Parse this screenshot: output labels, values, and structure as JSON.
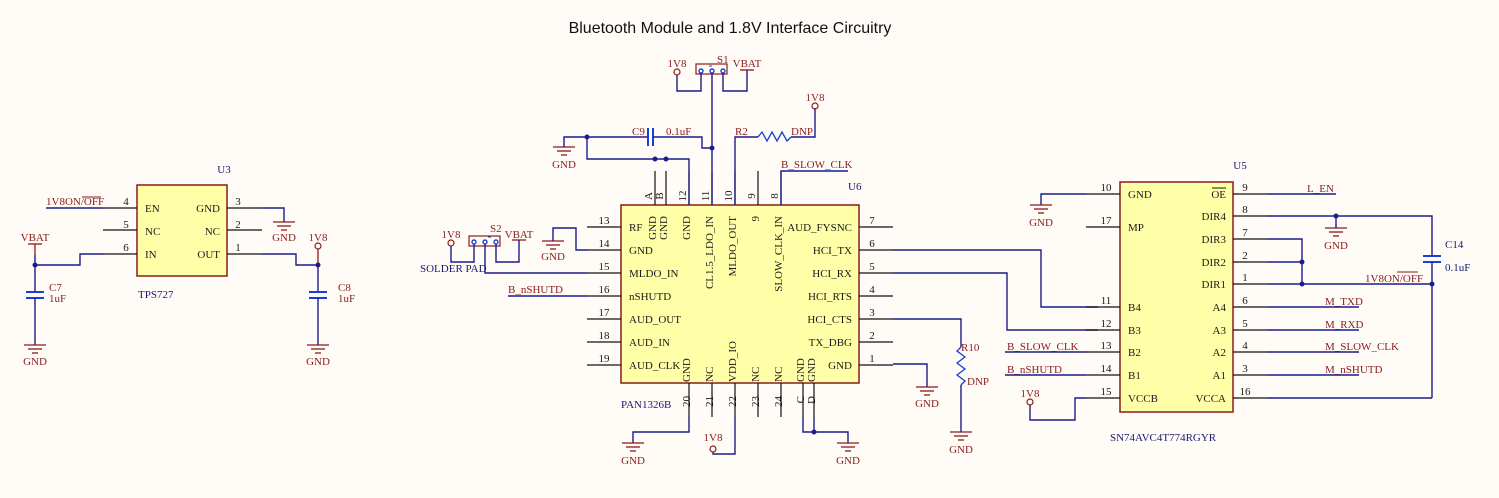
{
  "title": "Bluetooth Module and 1.8V Interface Circuitry",
  "u3": {
    "designator": "U3",
    "part": "TPS727",
    "left_pins": [
      {
        "num": "4",
        "name": "EN",
        "net": "1V8ON/OFF"
      },
      {
        "num": "5",
        "name": "NC"
      },
      {
        "num": "6",
        "name": "IN"
      }
    ],
    "right_pins": [
      {
        "num": "3",
        "name": "GND"
      },
      {
        "num": "2",
        "name": "NC"
      },
      {
        "num": "1",
        "name": "OUT"
      }
    ]
  },
  "c7": {
    "designator": "C7",
    "value": "1uF"
  },
  "c8": {
    "designator": "C8",
    "value": "1uF"
  },
  "c9": {
    "designator": "C9",
    "value": "0.1uF"
  },
  "c14": {
    "designator": "C14",
    "value": "0.1uF"
  },
  "r2": {
    "designator": "R2",
    "value": "DNP"
  },
  "r10": {
    "designator": "R10",
    "value": "DNP"
  },
  "s1": {
    "designator": "S1"
  },
  "s2": {
    "designator": "S2",
    "note": "SOLDER PAD"
  },
  "u6": {
    "designator": "U6",
    "part": "PAN1326B",
    "left_pins": [
      {
        "num": "13",
        "name": "RF"
      },
      {
        "num": "14",
        "name": "GND"
      },
      {
        "num": "15",
        "name": "MLDO_IN"
      },
      {
        "num": "16",
        "name": "nSHUTD",
        "net": "B_nSHUTD"
      },
      {
        "num": "17",
        "name": "AUD_OUT"
      },
      {
        "num": "18",
        "name": "AUD_IN"
      },
      {
        "num": "19",
        "name": "AUD_CLK"
      }
    ],
    "right_pins": [
      {
        "num": "7",
        "name": "AUD_FYSNC"
      },
      {
        "num": "6",
        "name": "HCI_TX"
      },
      {
        "num": "5",
        "name": "HCI_RX"
      },
      {
        "num": "4",
        "name": "HCI_RTS"
      },
      {
        "num": "3",
        "name": "HCI_CTS"
      },
      {
        "num": "2",
        "name": "TX_DBG"
      },
      {
        "num": "1",
        "name": "GND"
      }
    ],
    "top_pins": [
      {
        "num": "A",
        "name": "GND"
      },
      {
        "num": "B",
        "name": "GND"
      },
      {
        "num": "12",
        "name": "GND"
      },
      {
        "num": "11",
        "name": "CL1.5_LDO_IN"
      },
      {
        "num": "10",
        "name": "MLDO_OUT"
      },
      {
        "num": "9",
        "name": "9"
      },
      {
        "num": "8",
        "name": "SLOW_CLK_IN",
        "net": "B_SLOW_CLK"
      }
    ],
    "bottom_pins": [
      {
        "num": "20",
        "name": "GND"
      },
      {
        "num": "21",
        "name": "NC"
      },
      {
        "num": "22",
        "name": "VDD_IO"
      },
      {
        "num": "23",
        "name": "NC"
      },
      {
        "num": "24",
        "name": "NC"
      },
      {
        "num": "C",
        "name": "GND"
      },
      {
        "num": "D",
        "name": "GND"
      }
    ]
  },
  "u5": {
    "designator": "U5",
    "part": "SN74AVC4T774RGYR",
    "left_pins": [
      {
        "num": "10",
        "name": "GND"
      },
      {
        "num": "17",
        "name": "MP"
      },
      {
        "num": "11",
        "name": "B4"
      },
      {
        "num": "12",
        "name": "B3"
      },
      {
        "num": "13",
        "name": "B2",
        "net": "B_SLOW_CLK"
      },
      {
        "num": "14",
        "name": "B1",
        "net": "B_nSHUTD"
      },
      {
        "num": "15",
        "name": "VCCB"
      }
    ],
    "right_pins": [
      {
        "num": "9",
        "name": "OE",
        "net": "L_EN"
      },
      {
        "num": "8",
        "name": "DIR4"
      },
      {
        "num": "7",
        "name": "DIR3"
      },
      {
        "num": "2",
        "name": "DIR2"
      },
      {
        "num": "1",
        "name": "DIR1",
        "net": "1V8ON/OFF"
      },
      {
        "num": "6",
        "name": "A4",
        "net": "M_TXD"
      },
      {
        "num": "5",
        "name": "A3",
        "net": "M_RXD"
      },
      {
        "num": "4",
        "name": "A2",
        "net": "M_SLOW_CLK"
      },
      {
        "num": "3",
        "name": "A1",
        "net": "M_nSHUTD"
      },
      {
        "num": "16",
        "name": "VCCA"
      }
    ]
  },
  "power": {
    "gnd": "GND",
    "v18": "1V8",
    "vbat": "VBAT"
  }
}
